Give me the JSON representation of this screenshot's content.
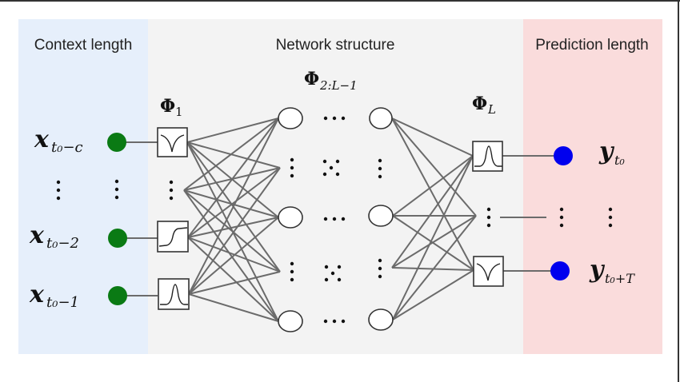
{
  "panels": {
    "context": {
      "title": "Context length",
      "color": "#e6effb"
    },
    "network": {
      "title": "Network structure",
      "color": "#f3f3f3"
    },
    "prediction": {
      "title": "Prediction length",
      "color": "#fadcdc"
    }
  },
  "layer_labels": {
    "first": {
      "symbol": "Φ",
      "subscript": "1"
    },
    "hidden": {
      "symbol": "Φ",
      "subscript": "2:L−1"
    },
    "last": {
      "symbol": "Φ",
      "subscript": "L"
    }
  },
  "inputs": [
    {
      "var": "x",
      "subscript": "t₀−c"
    },
    {
      "var": "x",
      "subscript": "t₀−2"
    },
    {
      "var": "x",
      "subscript": "t₀−1"
    }
  ],
  "outputs": [
    {
      "var": "y",
      "subscript": "t₀"
    },
    {
      "var": "y",
      "subscript": "t₀+T"
    }
  ],
  "input_activations": [
    "inverted-peak",
    "sigmoid",
    "gaussian-bump"
  ],
  "output_activations": [
    "gaussian-bump",
    "inverted-peak"
  ],
  "colors": {
    "input_node": "#0a7a14",
    "output_node": "#0000ee",
    "edge": "#6b6b6b"
  }
}
